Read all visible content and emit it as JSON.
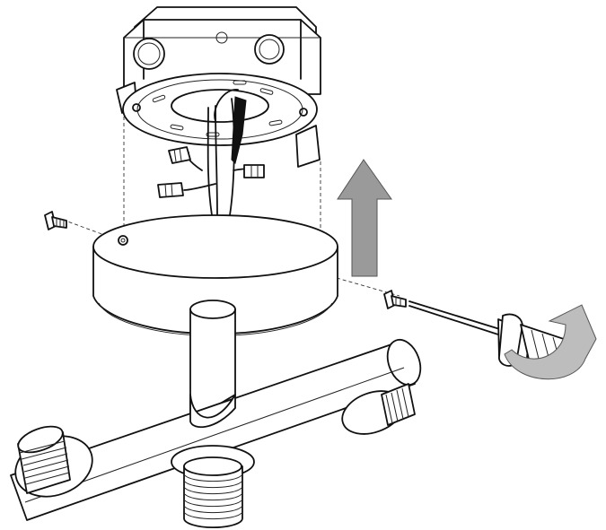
{
  "diagram": {
    "kind": "exploded-assembly-illustration",
    "components": [
      "junction-box",
      "mounting-bracket",
      "wire-connectors",
      "canopy",
      "mounting-screw",
      "screwdriver",
      "fixture-arm",
      "threaded-socket-cup"
    ],
    "indicators": {
      "lift-arrow": "up",
      "rotate-arrow": "clockwise"
    },
    "colors": {
      "line": "#111111",
      "arrow_fill": "#9a9a9a",
      "background": "#ffffff"
    }
  }
}
